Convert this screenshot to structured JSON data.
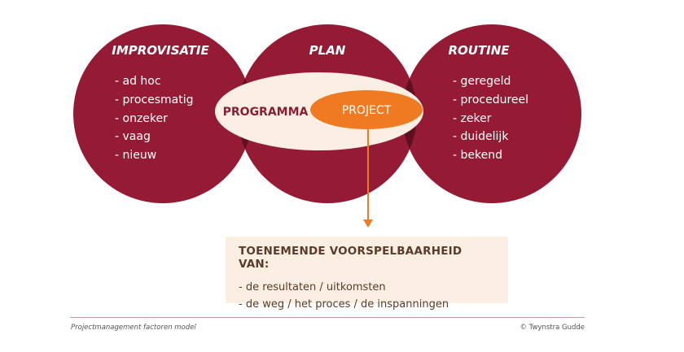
{
  "colors": {
    "circle": "#951b35",
    "circle_overlap": "#5e0f20",
    "program_ellipse": "#fbeee2",
    "project_ellipse": "#f07a22",
    "arrow": "#f07a22",
    "result_box": "#fbeee2"
  },
  "circles": [
    {
      "title": "IMPROVISATIE",
      "items": [
        "- ad hoc",
        "- procesmatig",
        "- onzeker",
        "- vaag",
        "- nieuw"
      ]
    },
    {
      "title": "PLAN",
      "items": []
    },
    {
      "title": "ROUTINE",
      "items": [
        "- geregeld",
        "- procedureel",
        "- zeker",
        "- duidelijk",
        "- bekend"
      ]
    }
  ],
  "program_label": "PROGRAMMA",
  "project_label": "PROJECT",
  "result": {
    "heading": "TOENEMENDE VOORSPELBAARHEID VAN:",
    "items": [
      "- de resultaten / uitkomsten",
      "- de weg / het proces / de inspanningen"
    ]
  },
  "footer": {
    "left": "Projectmanagement factoren model",
    "right": "© Twynstra Gudde"
  }
}
